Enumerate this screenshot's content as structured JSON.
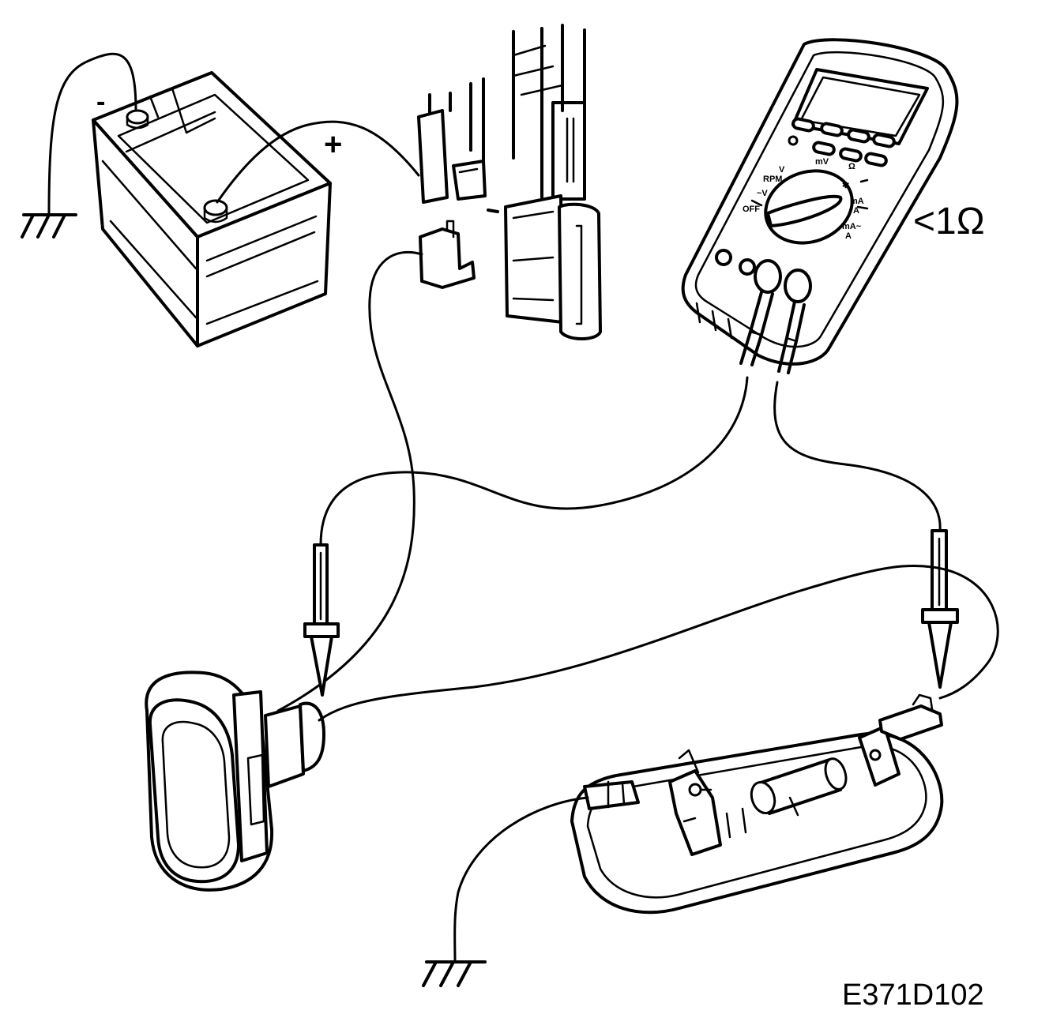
{
  "battery": {
    "negative_label": "-",
    "positive_label": "+"
  },
  "multimeter": {
    "dial_labels": {
      "rpm": "RPM",
      "v_dc": "V",
      "mv": "mV",
      "ohm": "Ω",
      "v_ac": "~V",
      "off": "OFF",
      "ma_dc": "mA",
      "a_dc": "A",
      "ma_ac": "mA~",
      "a_ac": "A"
    },
    "reading": "<1Ω"
  },
  "figure_code": "E371D102"
}
